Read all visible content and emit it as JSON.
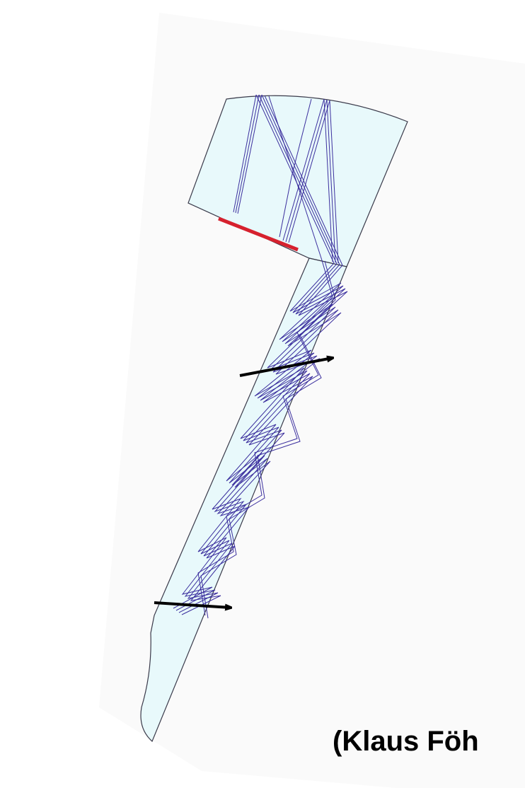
{
  "credit": "(Klaus Föh",
  "colors": {
    "background_panel": "#fafafa",
    "body_fill": "#e8f9fb",
    "outline": "#3a3a4a",
    "rays": "#3b2f9e",
    "highlight_bar": "#d6212e",
    "arrows": "#000000"
  },
  "icons": [
    "arrow-upper",
    "arrow-lower"
  ]
}
